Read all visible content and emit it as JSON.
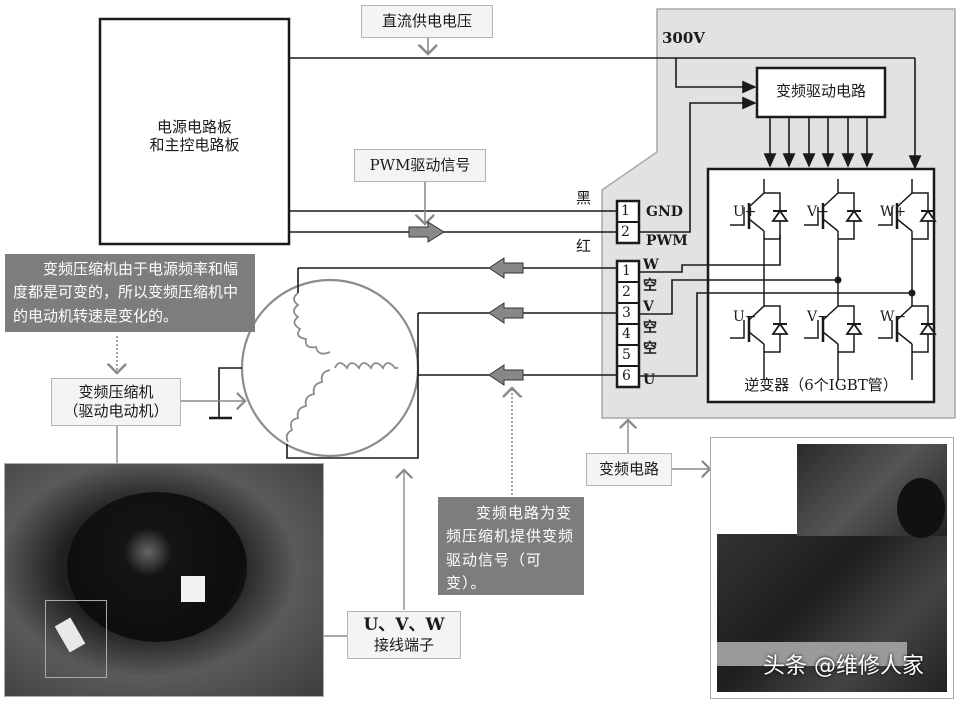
{
  "labels": {
    "dc_voltage": "直流供电电压",
    "pwm_signal": "PWM驱动信号",
    "mainboard_line1": "电源电路板",
    "mainboard_line2": "和主控电路板",
    "voltage_300v": "300V",
    "driver_circuit": "变频驱动电路",
    "wire_black": "黑",
    "wire_red": "红",
    "inverter_caption": "逆变器（6个IGBT管）",
    "compressor_line1": "变频压缩机",
    "compressor_line2": "（驱动电动机）",
    "terminals_line1": "U、V、W",
    "terminals_line2": "接线端子",
    "inverter_circuit": "变频电路",
    "watermark": "头条 @维修人家"
  },
  "notes": {
    "compressor_note": "变频压缩机由于电源频率和幅度都是可变的，所以变频压缩机中的电动机转速是变化的。",
    "circuit_note": "变频电路为变频压缩机提供变频驱动信号（可变）。"
  },
  "connector_top": [
    {
      "pin": "1",
      "signal": "GND"
    },
    {
      "pin": "2",
      "signal": "PWM"
    }
  ],
  "connector_bottom": [
    {
      "pin": "1",
      "signal": "W"
    },
    {
      "pin": "2",
      "signal": "空"
    },
    {
      "pin": "3",
      "signal": "V"
    },
    {
      "pin": "4",
      "signal": "空"
    },
    {
      "pin": "5",
      "signal": "空"
    },
    {
      "pin": "6",
      "signal": "U"
    }
  ],
  "igbt_labels": {
    "upper": [
      "U+",
      "V+",
      "W+"
    ],
    "lower": [
      "U−",
      "V−",
      "W−"
    ]
  },
  "colors": {
    "panel_gray": "#e2e2e2",
    "note_gray": "#7d7d7d",
    "arrow_gray": "#8a8a8a",
    "winding_gray": "#8c8c8c"
  }
}
